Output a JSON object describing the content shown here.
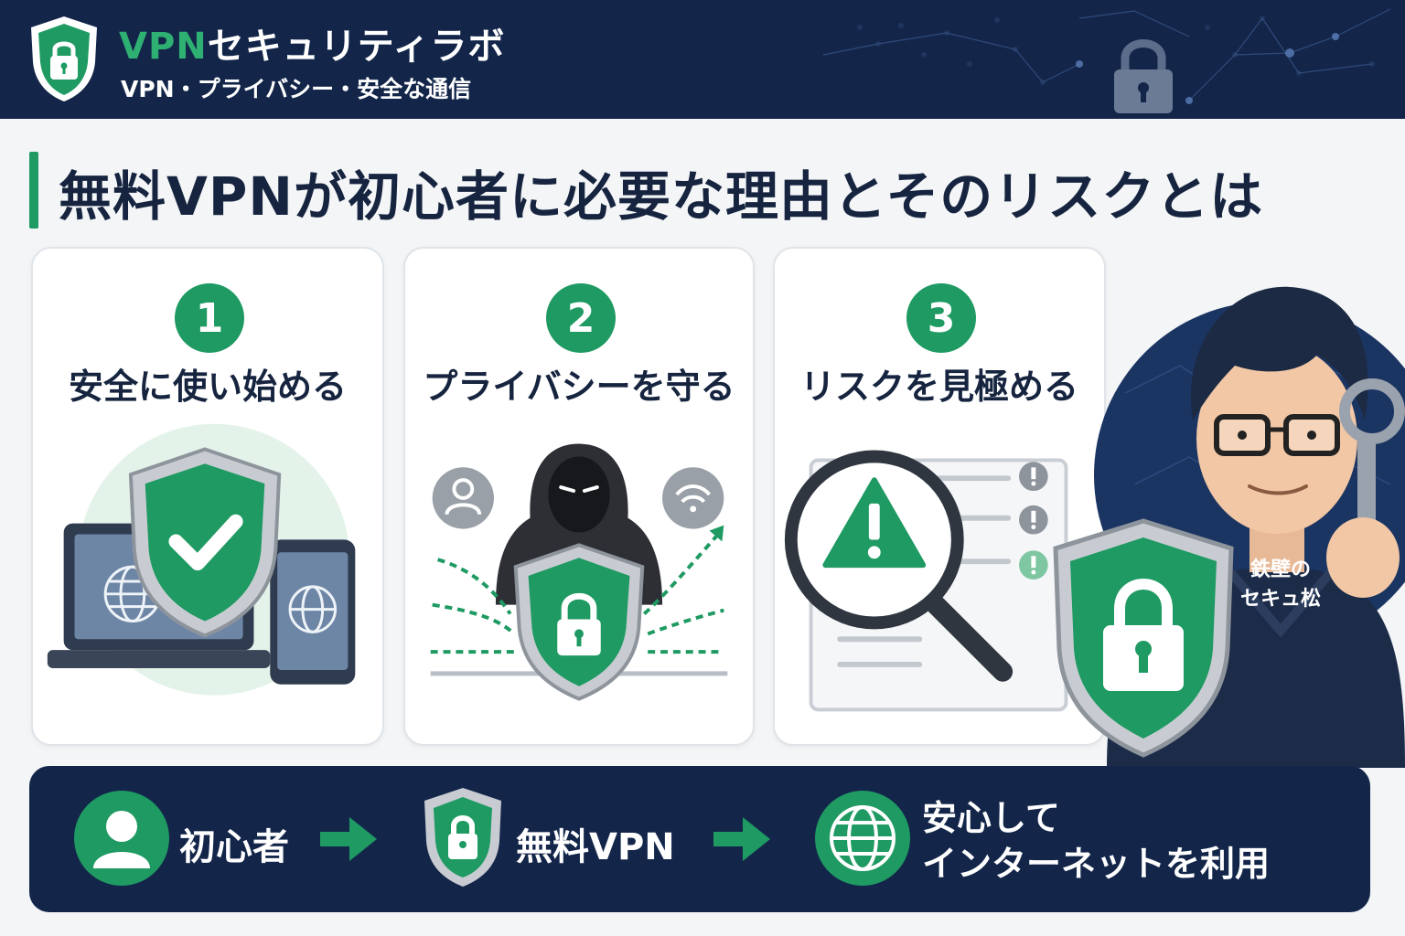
{
  "header": {
    "title_accent": "VPN",
    "title_rest": "セキュリティラボ",
    "subtitle": "VPN・プライバシー・安全な通信"
  },
  "page": {
    "title": "無料VPNが初心者に必要な理由とそのリスクとは"
  },
  "cards": [
    {
      "number": "1",
      "title": "安全に使い始める",
      "icon": "shield-check-devices-icon"
    },
    {
      "number": "2",
      "title": "プライバシーを守る",
      "icon": "hacker-shield-icon"
    },
    {
      "number": "3",
      "title": "リスクを見極める",
      "icon": "magnifier-warning-icon"
    }
  ],
  "mascot": {
    "badge_line1": "鉄壁の",
    "badge_line2": "セキュ松"
  },
  "flow": {
    "step1": "初心者",
    "step2": "無料VPN",
    "step3_line1": "安心して",
    "step3_line2": "インターネットを利用"
  },
  "colors": {
    "navy": "#13264a",
    "green": "#1e9a62",
    "accent_green": "#2fb073"
  }
}
